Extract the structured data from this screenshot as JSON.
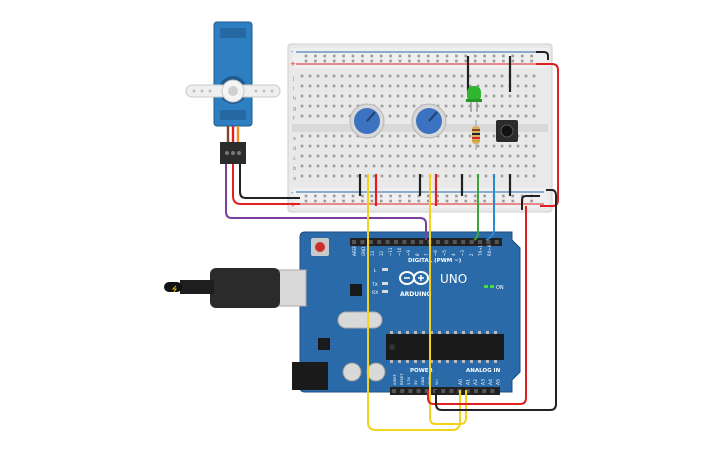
{
  "arduino": {
    "digital_label": "DIGITAL (PWM ~)",
    "uno_label": "UNO",
    "brand": "ARDUINO",
    "power_label": "POWER",
    "analog_label": "ANALOG IN",
    "on_label": "ON",
    "l_label": "L",
    "tx_label": "TX",
    "rx_label": "RX",
    "digital_pins": [
      "AREF",
      "GND",
      "13",
      "12",
      "~11",
      "~10",
      "~9",
      "8",
      "7",
      "~6",
      "~5",
      "4",
      "~3",
      "2",
      "TX→1",
      "RX←0"
    ],
    "power_pins": [
      "IOREF",
      "RESET",
      "3.3V",
      "5V",
      "GND",
      "GND",
      "Vin"
    ],
    "analog_pins": [
      "A0",
      "A1",
      "A2",
      "A3",
      "A4",
      "A5"
    ]
  },
  "breadboard": {
    "row_letters_top": [
      "j",
      "i",
      "h",
      "g",
      "f"
    ],
    "row_letters_bottom": [
      "e",
      "d",
      "c",
      "b",
      "a"
    ],
    "plus_label": "+",
    "minus_label": "-"
  },
  "colors": {
    "board": "#2a6aa8",
    "board_dark": "#1e4f80",
    "wire_red": "#e02020",
    "wire_black": "#222222",
    "wire_yellow": "#f2d21b",
    "wire_purple": "#7b3f9e",
    "wire_green": "#3aa63a",
    "wire_blue": "#2a8bd1",
    "servo": "#2d7fc1",
    "led": "#2fb52f",
    "pot": "#3b73c0"
  }
}
